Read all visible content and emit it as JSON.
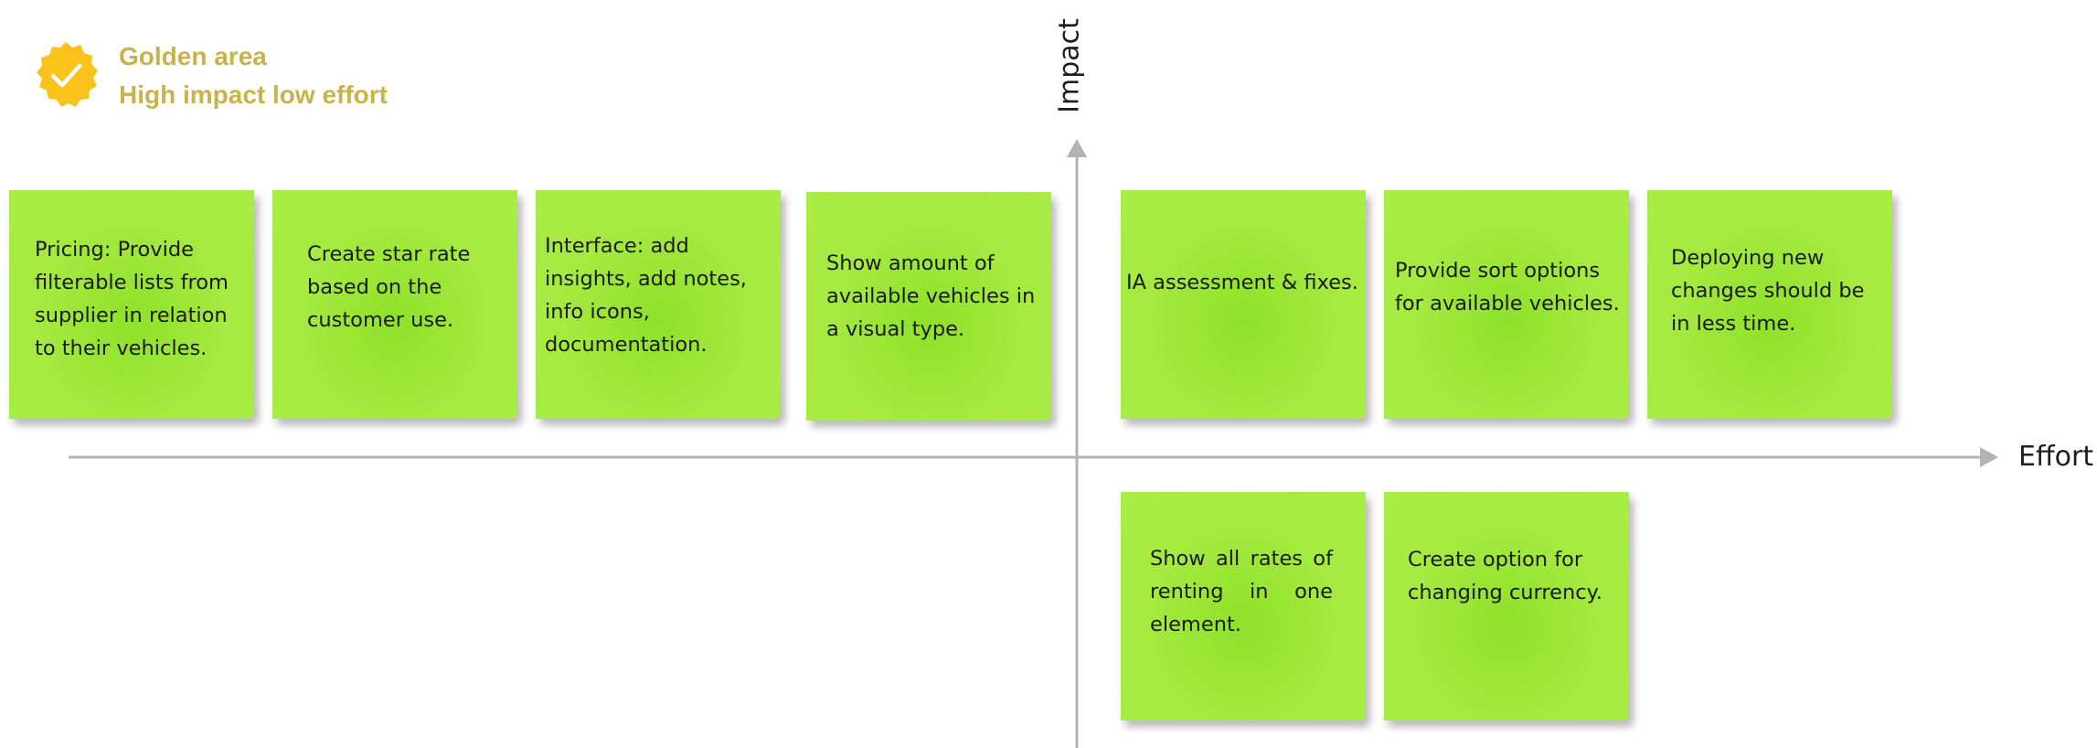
{
  "legend": {
    "title": "Golden area",
    "subtitle": "High impact low effort",
    "badge_color": "#fbc21b",
    "text_color": "#c9b24a",
    "icon": "check-badge-icon"
  },
  "axes": {
    "y_label": "Impact",
    "x_label": "Effort",
    "axis_color": "#b3b3b3"
  },
  "note_color": "#a6ea40",
  "quadrants": {
    "top_left": [
      {
        "text": "Pricing: Provide filterable lists from supplier in relation to their vehicles."
      },
      {
        "text": "Create star rate based on the customer use."
      },
      {
        "text": "Interface: add insights, add notes, info icons, documentation."
      },
      {
        "text": "Show amount of available vehicles in a visual type."
      }
    ],
    "top_right": [
      {
        "text": "IA assessment & fixes."
      },
      {
        "text": "Provide sort options for available vehicles."
      },
      {
        "text": "Deploying new changes should be in less time."
      }
    ],
    "bottom_right": [
      {
        "text": "Show all rates of renting in one element."
      },
      {
        "text": "Create option for changing currency."
      }
    ]
  }
}
